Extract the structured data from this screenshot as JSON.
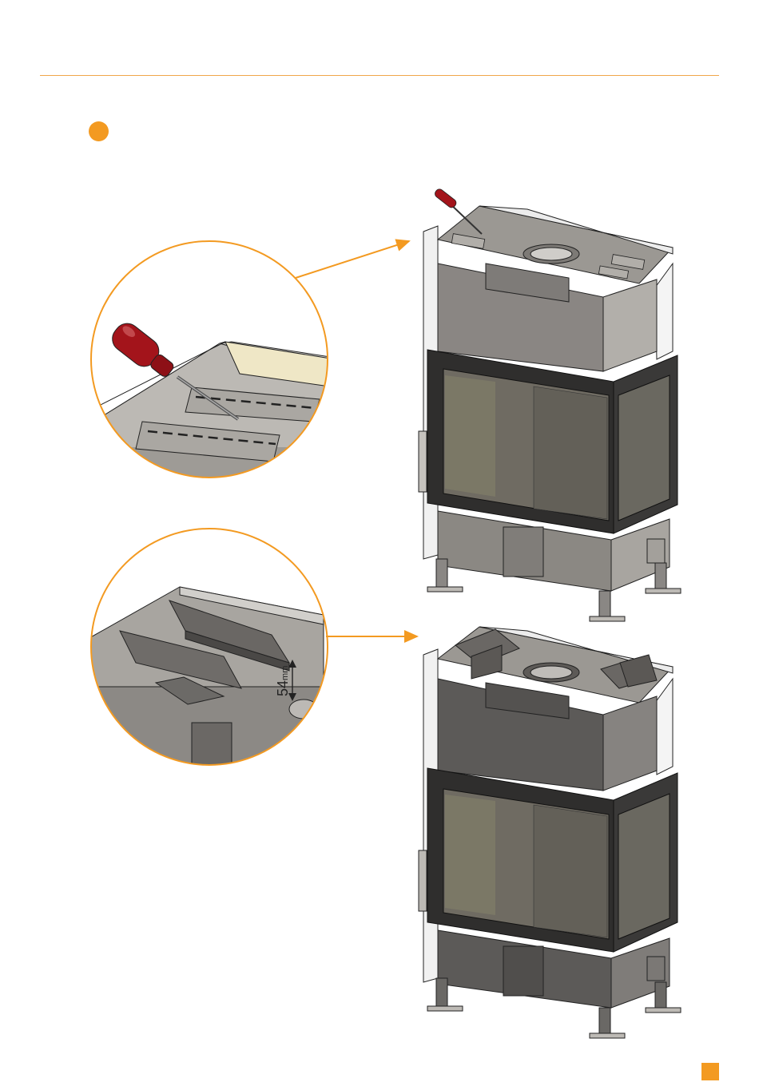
{
  "colors": {
    "accent": "#f39a21",
    "rule": "#f0a64a",
    "steel_light": "#a5a29c",
    "steel_dark": "#5a5856",
    "handle": "#a3141b"
  },
  "detail_top": {
    "tool": "screwdriver"
  },
  "detail_bottom": {
    "dimension_value": "54",
    "dimension_unit": "mm"
  }
}
